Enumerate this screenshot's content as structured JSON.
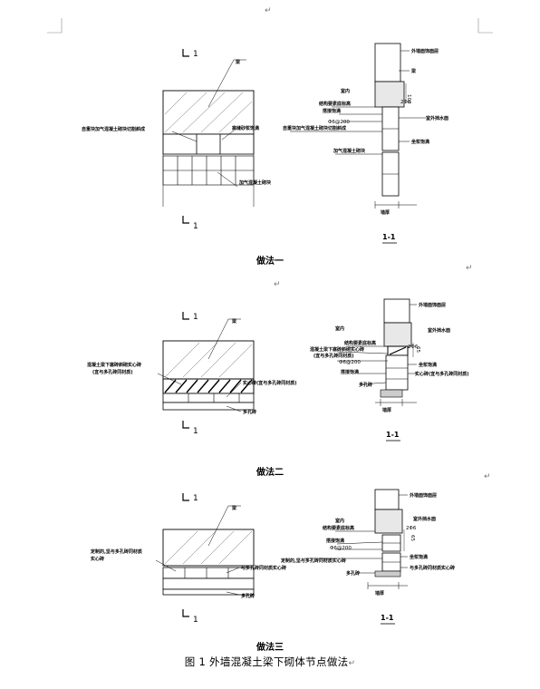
{
  "return_mark": "↵",
  "methods": [
    {
      "caption": "做法一",
      "section_no": "1",
      "section_id": "1-1",
      "left_labels": {
        "beam": "梁",
        "cut": "自重块加气混凝土砌块切割斜成",
        "mortar": "塞缝砂浆饱满",
        "block": "加气混凝土砌块"
      },
      "right_labels": {
        "finish": "外墙面饰面层",
        "beam": "梁",
        "rebar": "2Φ6",
        "dim": "100",
        "indoor": "室内",
        "column": "结构要素底标高",
        "mortar_fill": "搭接饱满",
        "stirrup": "Φ6@200",
        "waterproof": "室外挡水面",
        "cut": "自重块加气混凝土砌块切割斜成",
        "mortar": "坐浆饱满",
        "block": "加气混凝土砌块",
        "wall": "墙厚"
      }
    },
    {
      "caption": "做法二",
      "section_no": "1",
      "section_id": "1-1",
      "left_labels": {
        "beam": "梁",
        "fill": "混凝土梁下塞砖斜砌实心砖",
        "fill2": "(宜与多孔砖同材质)",
        "solid": "实心砖(宜与多孔砖同材质)",
        "porous": "多孔砖"
      },
      "right_labels": {
        "finish": "外墙面饰面层",
        "indoor": "室内",
        "waterproof": "室外挡水面",
        "column": "结构要素底标高",
        "fill": "混凝土梁下塞砖斜砌实心砖",
        "fill2": "(宜与多孔砖同材质)",
        "rebar": "2Φ6",
        "stirrup": "Φ6@200",
        "mortar_fill": "搭接饱满",
        "mortar": "坐浆饱满",
        "solid": "实心砖(宜与多孔砖同材质)",
        "porous": "多孔砖",
        "dim": "65",
        "wall": "墙厚"
      }
    },
    {
      "caption": "做法三",
      "section_no": "1",
      "section_id": "1-1",
      "left_labels": {
        "beam": "梁",
        "custom": "定制的,坚与多孔砖同材质",
        "custom2": "实心砖",
        "solid": "与多孔砖同材质实心砖",
        "porous": "多孔砖"
      },
      "right_labels": {
        "finish": "外墙面饰面层",
        "indoor": "室内",
        "column": "结构要素底标高",
        "rebar": "2Φ6",
        "waterproof": "室外挡水面",
        "mortar_fill": "搭接饱满",
        "stirrup": "Φ6@200",
        "custom": "定制的,坚与多孔砖同材质实心砖",
        "mortar": "坐浆饱满",
        "solid": "与多孔砖同材质实心砖",
        "porous": "多孔砖",
        "dim": "65",
        "wall": "墙厚"
      }
    }
  ],
  "figure_caption": "图 1  外墙混凝土梁下砌体节点做法"
}
